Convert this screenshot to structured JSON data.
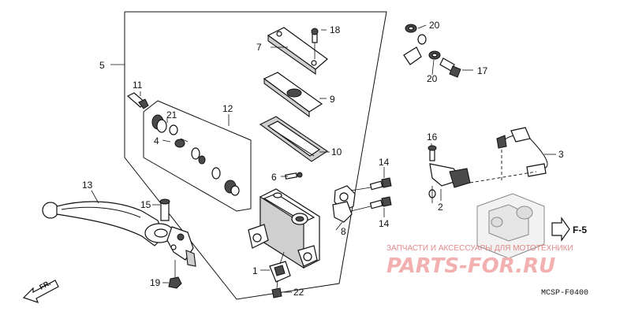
{
  "callouts": {
    "c1": "1",
    "c2": "2",
    "c3": "3",
    "c4": "4",
    "c5": "5",
    "c6": "6",
    "c7": "7",
    "c8": "8",
    "c9": "9",
    "c10": "10",
    "c11": "11",
    "c12": "12",
    "c13": "13",
    "c14a": "14",
    "c14b": "14",
    "c15": "15",
    "c16": "16",
    "c17": "17",
    "c18": "18",
    "c19": "19",
    "c20a": "20",
    "c20b": "20",
    "c21": "21",
    "c22": "22"
  },
  "reference": {
    "section_ref": "F-5",
    "direction": "FR.",
    "diagram_code": "MCSP-F0400"
  },
  "watermark": {
    "caption": "ЗАПЧАСТИ И АКСЕССУАРЫ ДЛЯ МОТОТЕХНИКИ",
    "logo": "PARTS-FOR.RU"
  },
  "colors": {
    "line": "#111111",
    "watermark": "#e08a8a",
    "background": "#ffffff"
  }
}
